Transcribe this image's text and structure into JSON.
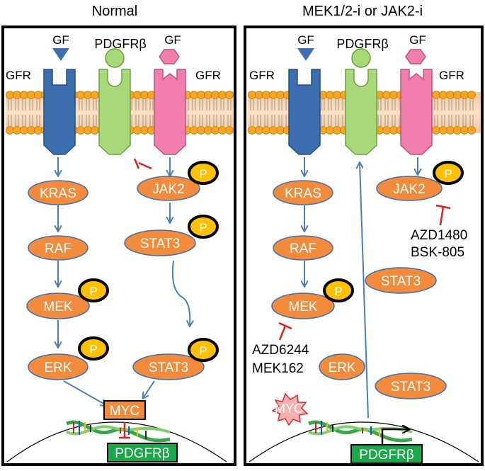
{
  "panels": {
    "left": {
      "title": "Normal",
      "gf_left": "GF",
      "gf_right": "GF",
      "gfr_left": "GFR",
      "gfr_right": "GFR",
      "pdgfrb_receptor": "PDGFRβ",
      "nodes": {
        "kras": "KRAS",
        "raf": "RAF",
        "mek": "MEK",
        "erk": "ERK",
        "jak2": "JAK2",
        "stat3_top": "STAT3",
        "stat3_bottom": "STAT3"
      },
      "phospho": "P",
      "myc": "MYC",
      "pdgfrb_gene": "PDGFRβ"
    },
    "right": {
      "title": "MEK1/2-i or JAK2-i",
      "gf_left": "GF",
      "gf_right": "GF",
      "gfr_left": "GFR",
      "gfr_right": "GFR",
      "pdgfrb_receptor": "PDGFRβ",
      "nodes": {
        "kras": "KRAS",
        "raf": "RAF",
        "mek": "MEK",
        "erk": "ERK",
        "jak2": "JAK2",
        "stat3_mid": "STAT3",
        "stat3_bottom": "STAT3"
      },
      "phospho": "P",
      "myc": "MYC",
      "pdgfrb_gene": "PDGFRβ",
      "jak_inhibitors": [
        "AZD1480",
        "BSK-805"
      ],
      "mek_inhibitors": [
        "AZD6244",
        "MEK162"
      ]
    }
  },
  "colors": {
    "node_fill": "#f28c3c",
    "phospho_fill": "#ffc000",
    "arrow": "#4a7ebb",
    "inhibit": "#e02020",
    "gfr_blue": "#3d6fb0",
    "pdgfr_green": "#a8d878",
    "gfr_pink": "#f07fae",
    "gene_green": "#1aa84a",
    "membrane_head": "#f5a623",
    "membrane_band": "#f9d3a8"
  }
}
